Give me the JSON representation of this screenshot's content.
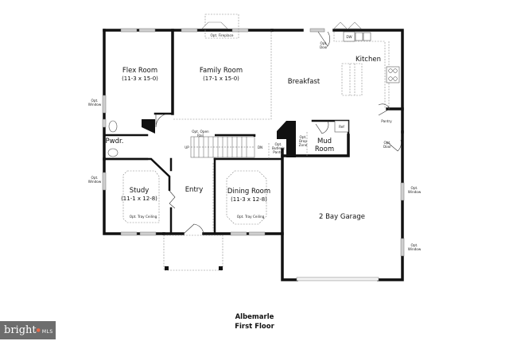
{
  "plan": {
    "name": "Albemarle",
    "floor": "First Floor"
  },
  "rooms": {
    "flex": {
      "name": "Flex Room",
      "dims": "(11-3 x 15-0)"
    },
    "family": {
      "name": "Family Room",
      "dims": "(17-1 x 15-0)"
    },
    "breakfast": {
      "name": "Breakfast"
    },
    "kitchen": {
      "name": "Kitchen"
    },
    "pwdr": {
      "name": "Pwdr."
    },
    "mud": {
      "name": "Mud Room"
    },
    "study": {
      "name": "Study",
      "dims": "(11-1 x 12-8)"
    },
    "entry": {
      "name": "Entry"
    },
    "dining": {
      "name": "Dining Room",
      "dims": "(11-3 x 12-8)"
    },
    "garage": {
      "name": "2 Bay Garage"
    }
  },
  "notes": {
    "fireplace": "Opt. Fireplace",
    "opt_door_top": "Opt. Door",
    "dw": "DW",
    "pantry": "Pantry",
    "ref": "Ref",
    "opt_window_flex": "Opt. Window",
    "opt_window_study": "Opt. Window",
    "open_rail": "Opt. Open Rail",
    "up": "UP",
    "dn": "DN",
    "butlers_pantry": "Opt. Butler's Pantry",
    "drop_zone": "Opt. Drop Zone",
    "opt_door_garage": "Opt. Door",
    "garage_window_1": "Opt. Window",
    "garage_window_2": "Opt. Window",
    "study_tray": "Opt. Tray Ceiling",
    "dining_tray": "Opt. Tray Ceiling"
  },
  "watermark": {
    "brand": "bright",
    "suffix": "MLS",
    "color": "#6d6d6d",
    "accent": "#e8694a"
  }
}
